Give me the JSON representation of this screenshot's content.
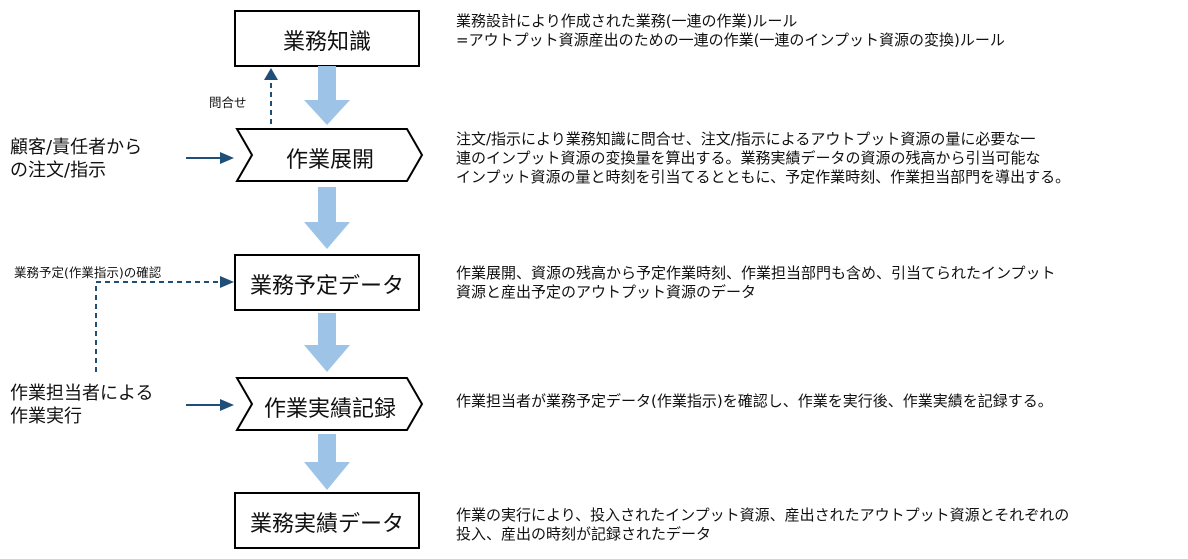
{
  "steps": [
    {
      "label": "業務知識",
      "desc": [
        "業務設計により作成された業務(一連の作業)ルール",
        "=アウトプット資源産出のための一連の作業(一連のインプット資源の変換)ルール"
      ]
    },
    {
      "label": "作業展開",
      "desc": [
        "注文/指示により業務知識に問合せ、注文/指示によるアウトプット資源の量に必要な一",
        "連のインプット資源の変換量を算出する。業務実績データの資源の残高から引当可能な",
        "インプット資源の量と時刻を引当てるとともに、予定作業時刻、作業担当部門を導出する。"
      ]
    },
    {
      "label": "業務予定データ",
      "desc": [
        "作業展開、資源の残高から予定作業時刻、作業担当部門も含め、引当てられたインプット",
        "資源と産出予定のアウトプット資源のデータ"
      ]
    },
    {
      "label": "作業実績記録",
      "desc": [
        "作業担当者が業務予定データ(作業指示)を確認し、作業を実行後、作業実績を記録する。"
      ]
    },
    {
      "label": "業務実績データ",
      "desc": [
        "作業の実行により、投入されたインプット資源、産出されたアウトプット資源とそれぞれの",
        "投入、産出の時刻が記録されたデータ"
      ]
    }
  ],
  "inputs": {
    "order": [
      "顧客/責任者から",
      "の注文/指示"
    ],
    "worker": [
      "作業担当者による",
      "作業実行"
    ]
  },
  "annotations": {
    "inquiry": "問合せ",
    "confirm": "業務予定(作業指示)の確認"
  },
  "colors": {
    "flow_arrow": "#9dc3e6",
    "connector": "#1f4e79",
    "box_border": "#000000"
  }
}
